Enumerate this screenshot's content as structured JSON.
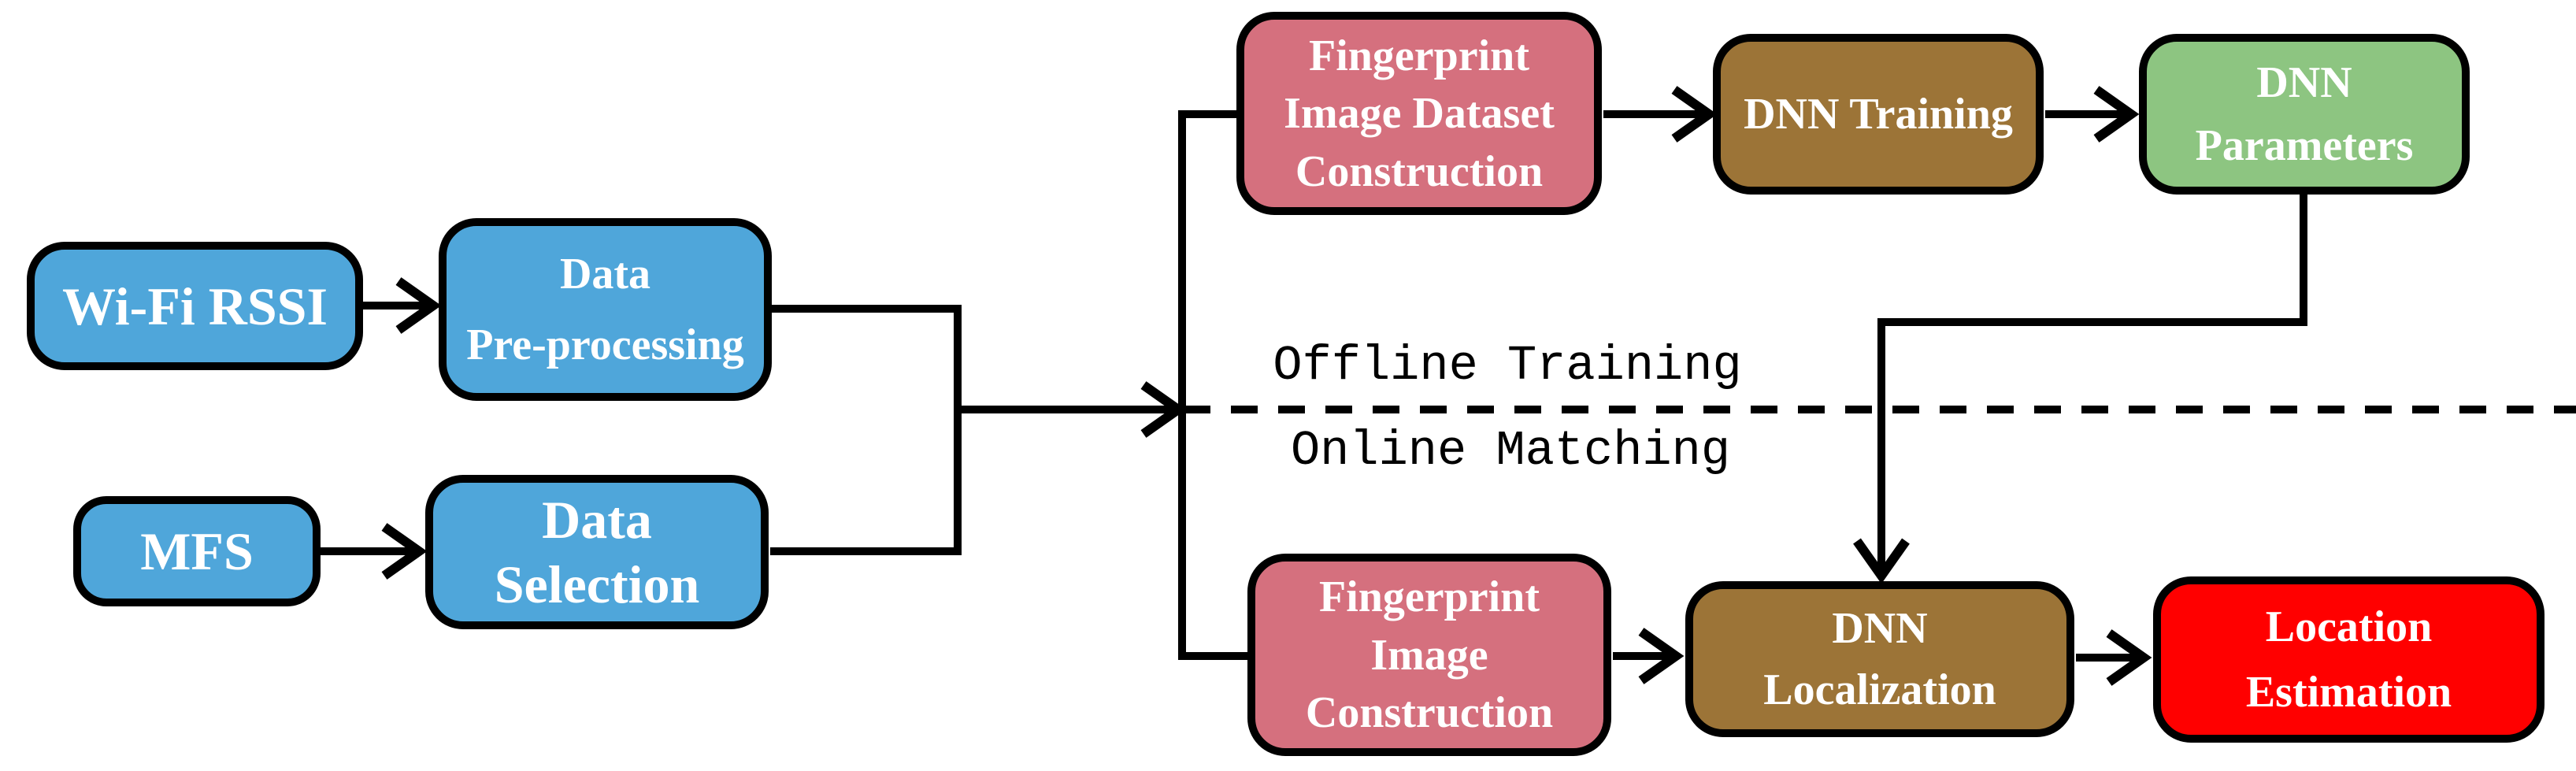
{
  "diagram": {
    "divider": {
      "above_label": "Offline Training",
      "below_label": "Online Matching"
    },
    "boxes": [
      {
        "name": "wifi-rssi",
        "lines": [
          "Wi-Fi RSSI"
        ]
      },
      {
        "name": "data-pre-processing",
        "lines": [
          "Data",
          "Pre-processing"
        ]
      },
      {
        "name": "mfs",
        "lines": [
          "MFS"
        ]
      },
      {
        "name": "data-selection",
        "lines": [
          "Data",
          "Selection"
        ]
      },
      {
        "name": "fingerprint-image-dataset-construction",
        "lines": [
          "Fingerprint",
          "Image Dataset",
          "Construction"
        ]
      },
      {
        "name": "dnn-training",
        "lines": [
          "DNN Training"
        ]
      },
      {
        "name": "dnn-parameters",
        "lines": [
          "DNN",
          "Parameters"
        ]
      },
      {
        "name": "fingerprint-image-construction",
        "lines": [
          "Fingerprint",
          "Image",
          "Construction"
        ]
      },
      {
        "name": "dnn-localization",
        "lines": [
          "DNN",
          "Localization"
        ]
      },
      {
        "name": "location-estimation",
        "lines": [
          "Location",
          "Estimation"
        ]
      }
    ],
    "colors": {
      "input_and_processing_blue": "#4FA6DA",
      "fingerprint_rose": "#D5707E",
      "dnn_brown": "#9C7437",
      "parameters_green": "#8DC581",
      "estimation_red": "#FF0000",
      "outline_and_wires": "#000000",
      "box_label_text": "#FFFFFF",
      "background": "#FFFFFF"
    }
  }
}
